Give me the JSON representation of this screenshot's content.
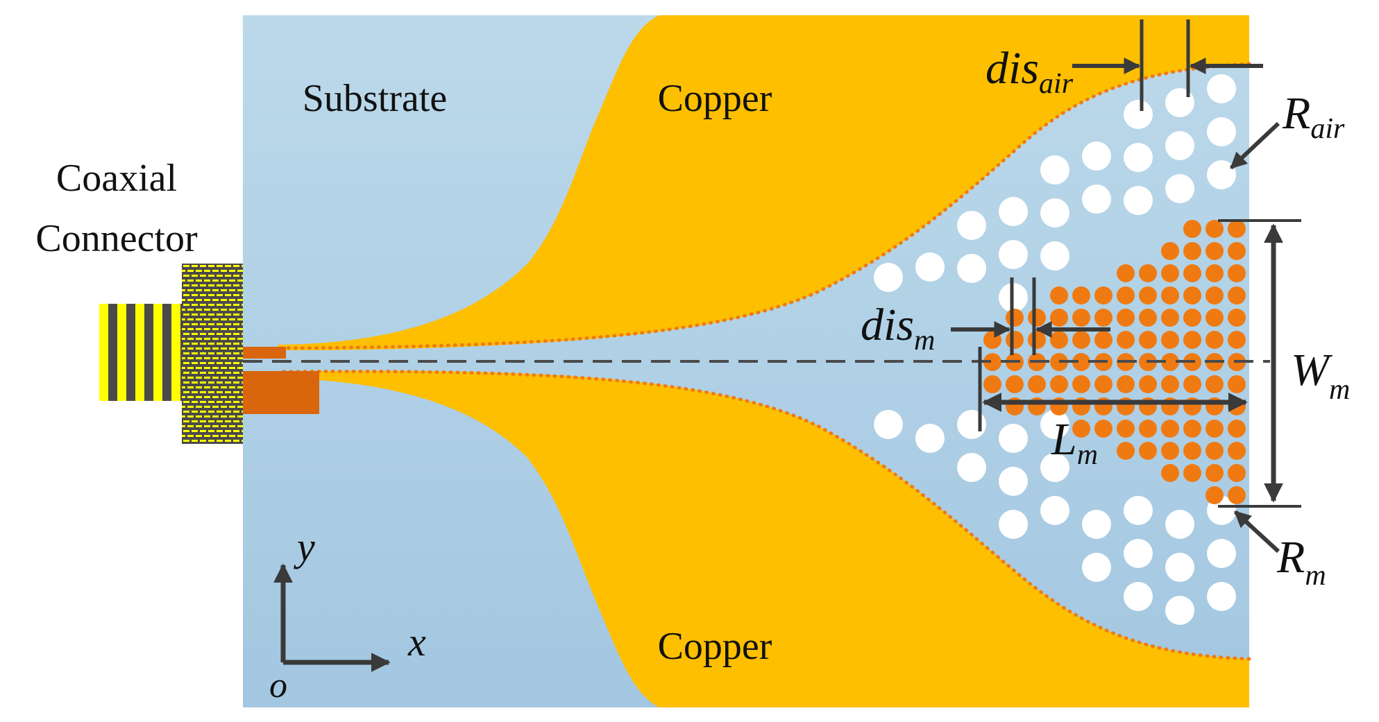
{
  "labels": {
    "substrate": "Substrate",
    "copper_top": "Copper",
    "copper_bottom": "Copper",
    "coax_line1": "Coaxial",
    "coax_line2": "Connector"
  },
  "parameters": {
    "dis_air": {
      "main": "dis",
      "sub": "air"
    },
    "dis_m": {
      "main": "dis",
      "sub": "m"
    },
    "R_air": {
      "main": "R",
      "sub": "air"
    },
    "R_m": {
      "main": "R",
      "sub": "m"
    },
    "W_m": {
      "main": "W",
      "sub": "m"
    },
    "L_m": {
      "main": "L",
      "sub": "m"
    }
  },
  "axes": {
    "x": "x",
    "y": "y",
    "origin": "o"
  },
  "colors": {
    "substrate_top": "#bcd9ea",
    "substrate_bottom": "#a3c7e1",
    "copper": "#fdbf00",
    "metal_particle": "#f07a12",
    "air_hole": "#ffffff",
    "feed": "#d9650c",
    "arrow": "#3a3a3a",
    "connector_yellow": "#ffff00",
    "connector_dark": "#4a4a4a"
  }
}
